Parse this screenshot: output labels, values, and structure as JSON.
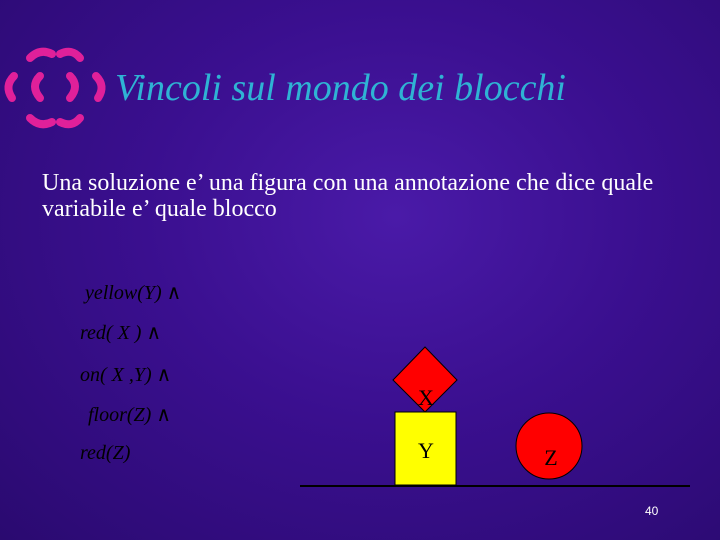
{
  "slide": {
    "title": "Vincoli sul mondo dei blocchi",
    "body": "Una soluzione e’ una figura con una annotazione che dice quale variabile e’ quale blocco",
    "formula": [
      "yellow(Y) ∧",
      "red( X ) ∧",
      "on( X ,Y) ∧",
      "floor(Z) ∧",
      "red(Z)"
    ],
    "blocks": {
      "x_label": "X",
      "y_label": "Y",
      "z_label": "Z"
    },
    "colors": {
      "background": "#3a0f8f",
      "title": "#2fb3d4",
      "red_block": "#ff0000",
      "yellow_block": "#ffff00"
    },
    "page_number": "40"
  }
}
